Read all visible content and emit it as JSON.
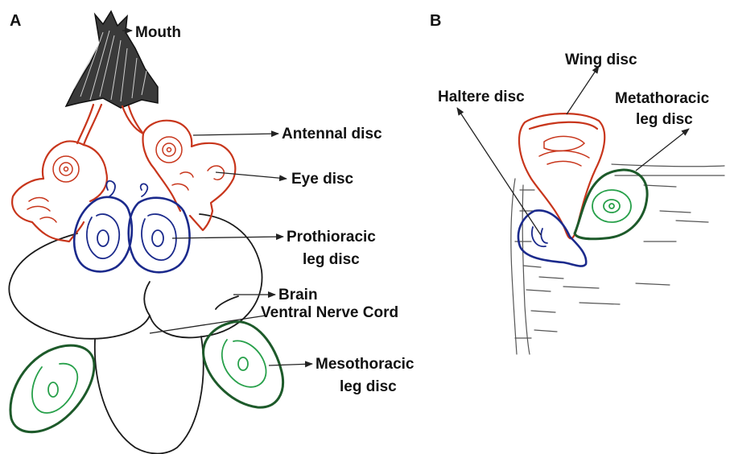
{
  "panels": {
    "a": "A",
    "b": "B"
  },
  "labels_a": {
    "mouth": "Mouth",
    "antennal_disc": "Antennal disc",
    "eye_disc": "Eye disc",
    "prothoracic_line1": "Prothioracic",
    "prothoracic_line2": "leg disc",
    "brain": "Brain",
    "ventral_nerve_cord": "Ventral Nerve Cord",
    "mesothoracic_line1": "Mesothoracic",
    "mesothoracic_line2": "leg disc"
  },
  "labels_b": {
    "wing_disc": "Wing disc",
    "haltere_disc": "Haltere disc",
    "metathoracic_line1": "Metathoracic",
    "metathoracic_line2": "leg disc"
  },
  "colors": {
    "eye_antennal": "#c8361c",
    "prothoracic": "#1b2a8c",
    "leg_green_dark": "#1d5a2a",
    "leg_green_light": "#27a04a",
    "ink": "#1a1a1a"
  }
}
